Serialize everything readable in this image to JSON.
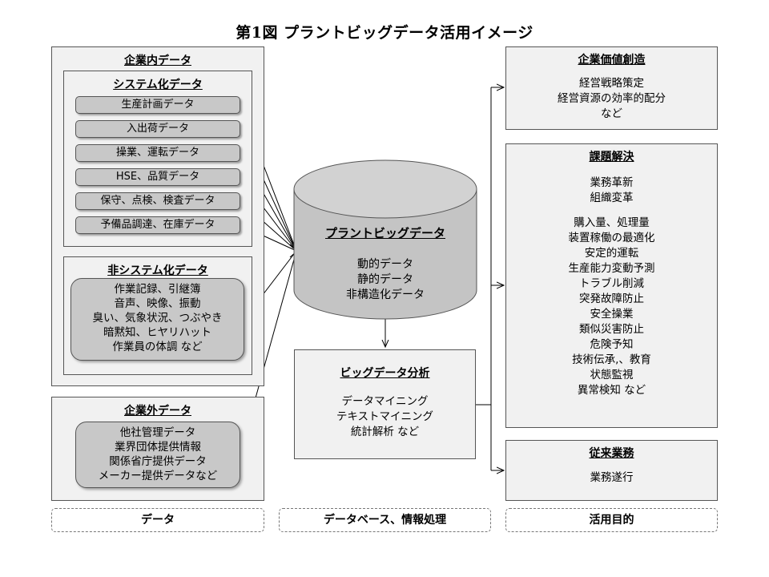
{
  "title": "第1図  プラントビッグデータ活用イメージ",
  "internal": {
    "heading": "企業内データ",
    "system": {
      "heading": "システム化データ",
      "items": [
        "生産計画データ",
        "入出荷データ",
        "操業、運転データ",
        "HSE、品質データ",
        "保守、点検、検査データ",
        "予備品調達、在庫データ"
      ]
    },
    "nonsystem": {
      "heading": "非システム化データ",
      "lines": [
        "作業記録、引継簿",
        "音声、映像、振動",
        "臭い、気象状況、つぶやき",
        "暗黙知、ヒヤリハット",
        "作業員の体調  など"
      ]
    }
  },
  "external": {
    "heading": "企業外データ",
    "lines": [
      "他社管理データ",
      "業界団体提供情報",
      "関係省庁提供データ",
      "メーカー提供データなど"
    ]
  },
  "database": {
    "heading": "プラントビッグデータ",
    "lines": [
      "動的データ",
      "静的データ",
      "非構造化データ"
    ]
  },
  "analysis": {
    "heading": "ビッグデータ分析",
    "lines": [
      "データマイニング",
      "テキストマイニング",
      "統計解析  など"
    ]
  },
  "value_creation": {
    "heading": "企業価値創造",
    "lines": [
      "経営戦略策定",
      "経営資源の効率的配分",
      "など"
    ]
  },
  "problem_solving": {
    "heading": "課題解決",
    "group1": [
      "業務革新",
      "組織変革"
    ],
    "group2": [
      "購入量、処理量",
      "装置稼働の最適化",
      "安定的運転",
      "生産能力変動予測",
      "トラブル削減",
      "突発故障防止",
      "安全操業",
      "類似災害防止",
      "危険予知",
      "技術伝承,、教育",
      "状態監視",
      "異常検知  など"
    ]
  },
  "conventional": {
    "heading": "従来業務",
    "lines": [
      "業務遂行"
    ]
  },
  "footers": [
    "データ",
    "データベース、情報処理",
    "活用目的"
  ]
}
